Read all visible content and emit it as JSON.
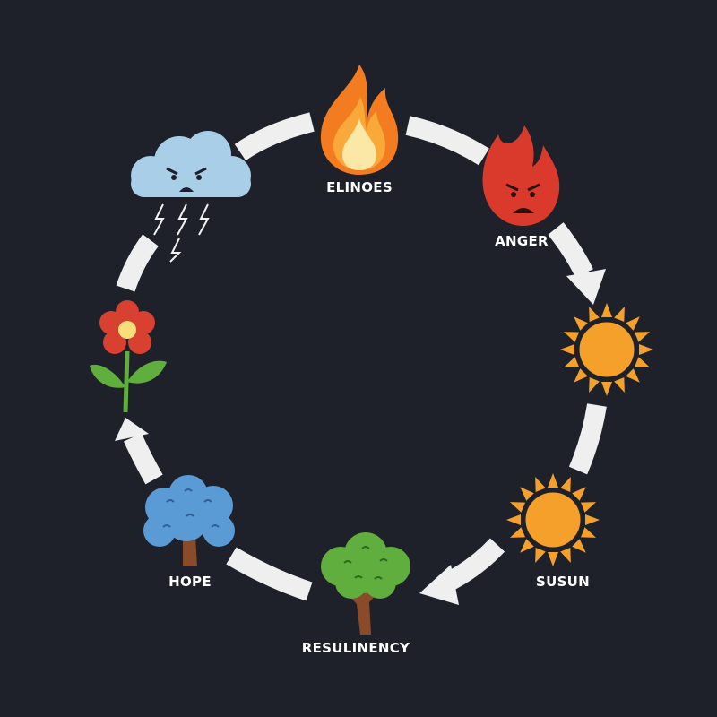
{
  "diagram": {
    "background": "#1e2129",
    "ring_color": "#efefef",
    "nodes": [
      {
        "id": "flame",
        "icon": "flame-icon",
        "label": "ELINOES"
      },
      {
        "id": "angry-flame",
        "icon": "angry-flame-icon",
        "label": "ANGER"
      },
      {
        "id": "sun-top",
        "icon": "sun-icon",
        "label": ""
      },
      {
        "id": "sun-bottom",
        "icon": "sun-icon",
        "label": "SUSUN"
      },
      {
        "id": "green-tree",
        "icon": "green-tree-icon",
        "label": "RESULINENCY"
      },
      {
        "id": "blue-tree",
        "icon": "blue-tree-icon",
        "label": "HOPE"
      },
      {
        "id": "flower",
        "icon": "flower-icon",
        "label": ""
      },
      {
        "id": "storm-cloud",
        "icon": "angry-storm-cloud-icon",
        "label": ""
      }
    ],
    "colors": {
      "flame_outer": "#f47c20",
      "flame_inner": "#fbe7a6",
      "anger_red": "#d93a2b",
      "sun_orange": "#f4a02a",
      "tree_green": "#5fae3e",
      "tree_blue": "#5b9bd5",
      "trunk_brown": "#8a4b2a",
      "flower_red": "#d8402f",
      "cloud_blue": "#a9cfe8"
    }
  }
}
